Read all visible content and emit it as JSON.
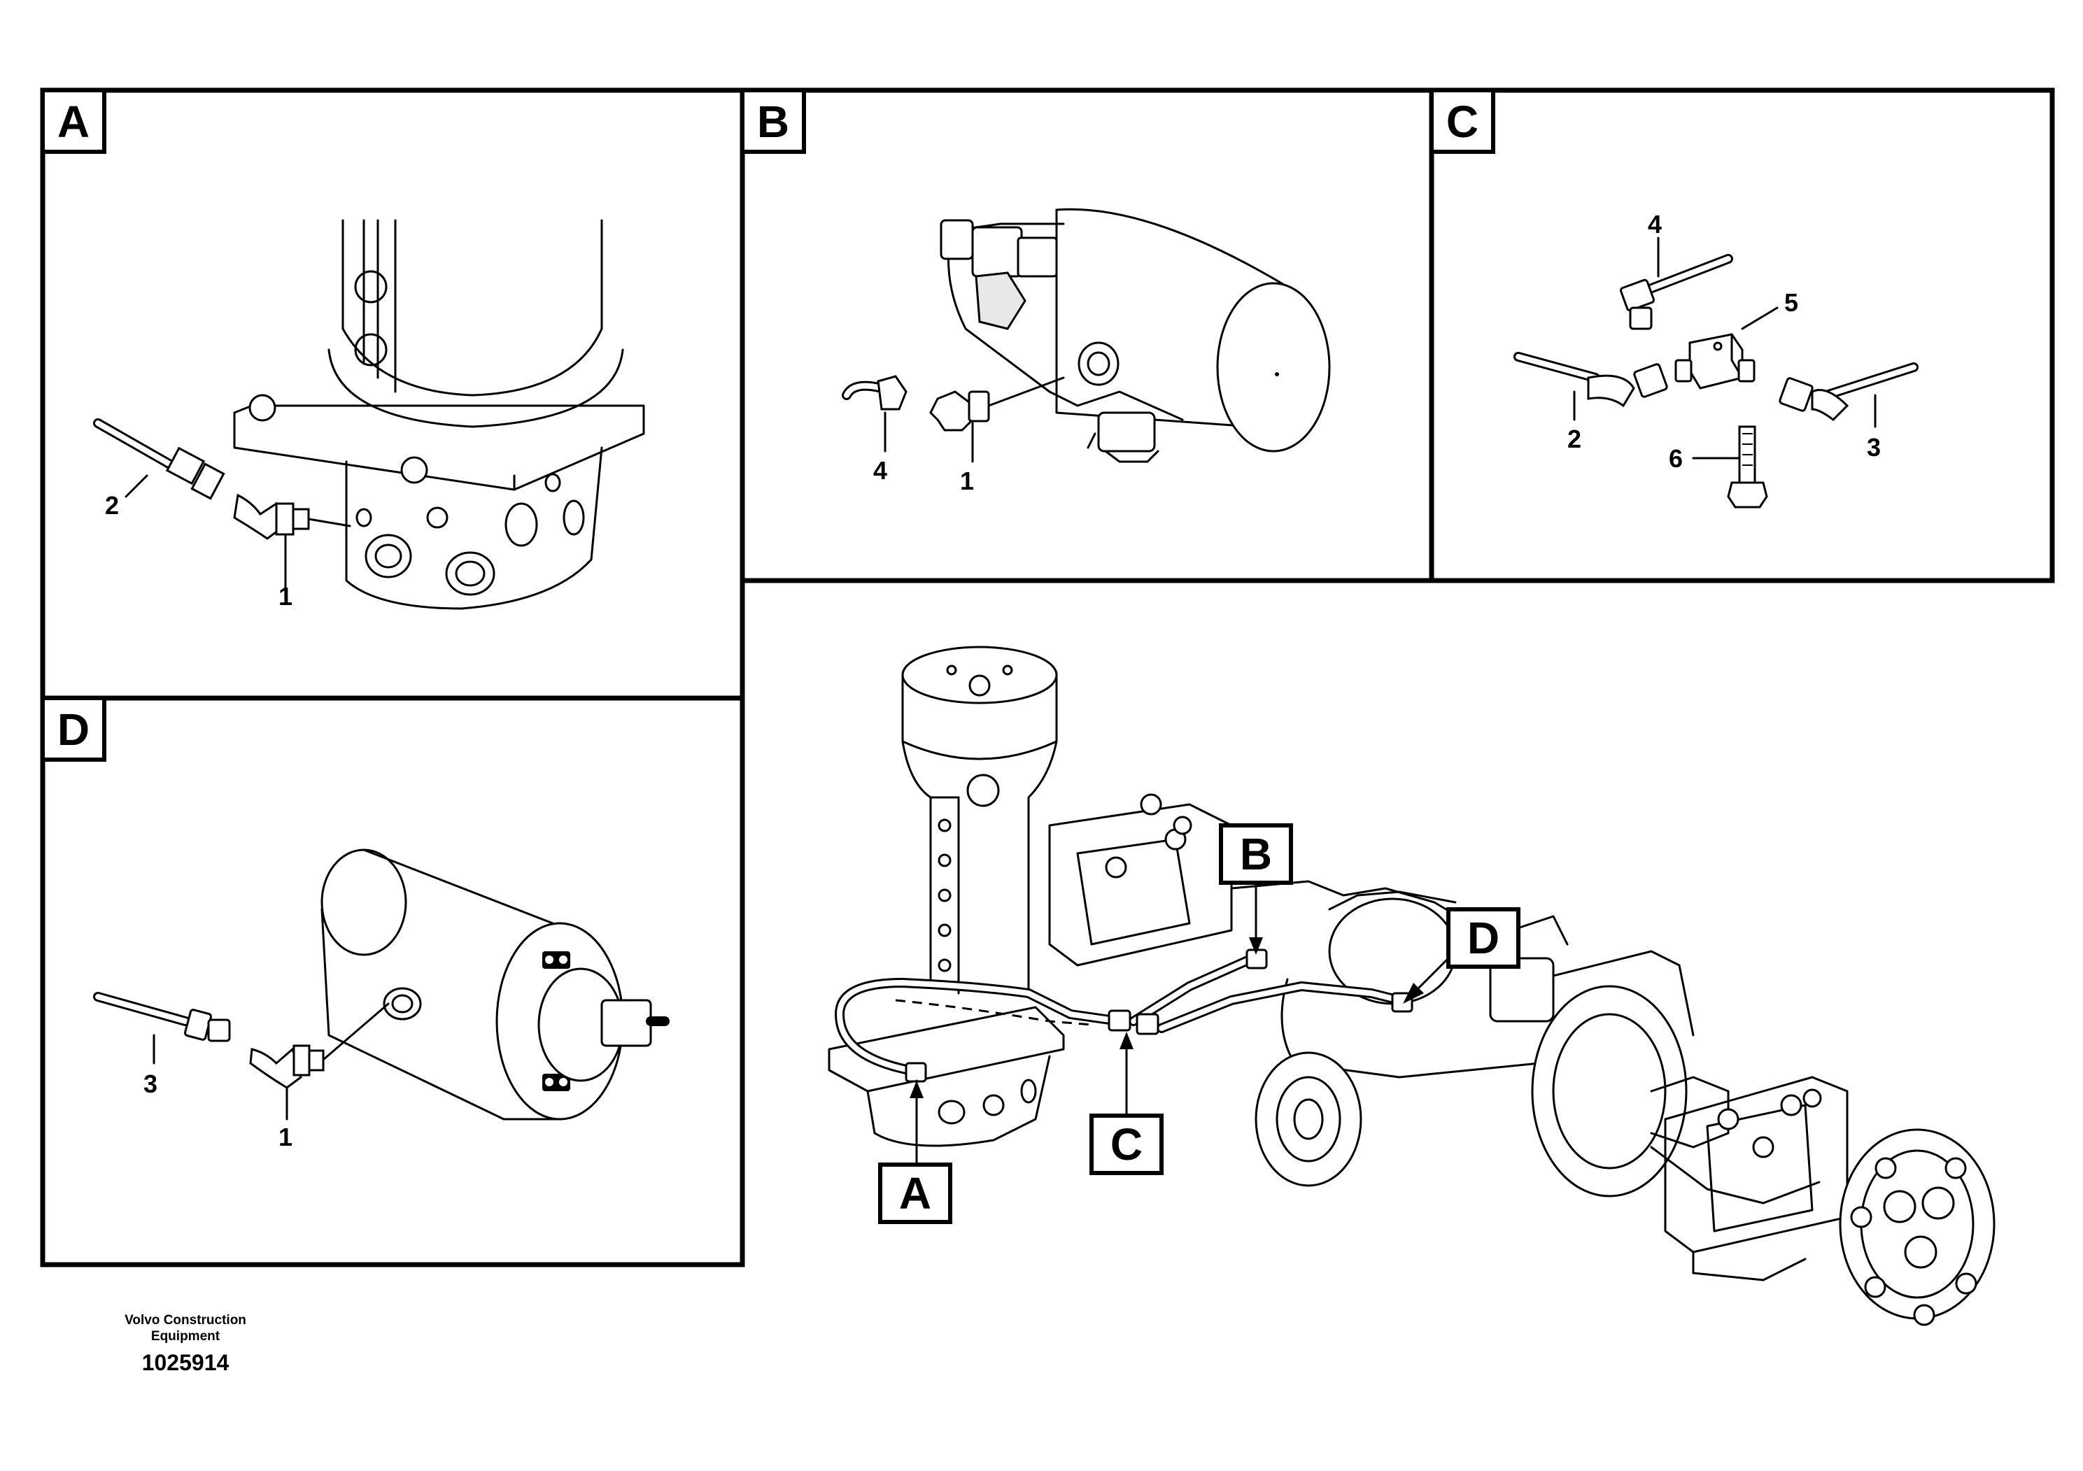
{
  "panels": {
    "A": {
      "label": "A",
      "callouts": [
        "1",
        "2"
      ]
    },
    "B": {
      "label": "B",
      "callouts": [
        "1",
        "4"
      ]
    },
    "C": {
      "label": "C",
      "callouts": [
        "2",
        "3",
        "4",
        "5",
        "6"
      ]
    },
    "D": {
      "label": "D",
      "callouts": [
        "1",
        "3"
      ]
    }
  },
  "overview": {
    "labels": [
      "A",
      "B",
      "C",
      "D"
    ]
  },
  "footer": {
    "maker": "Volvo Construction Equipment",
    "code": "1025914"
  },
  "icons": [
    "hose-icon",
    "elbow-fitting-icon",
    "straight-fitting-icon",
    "tee-fitting-icon",
    "bolt-icon"
  ]
}
